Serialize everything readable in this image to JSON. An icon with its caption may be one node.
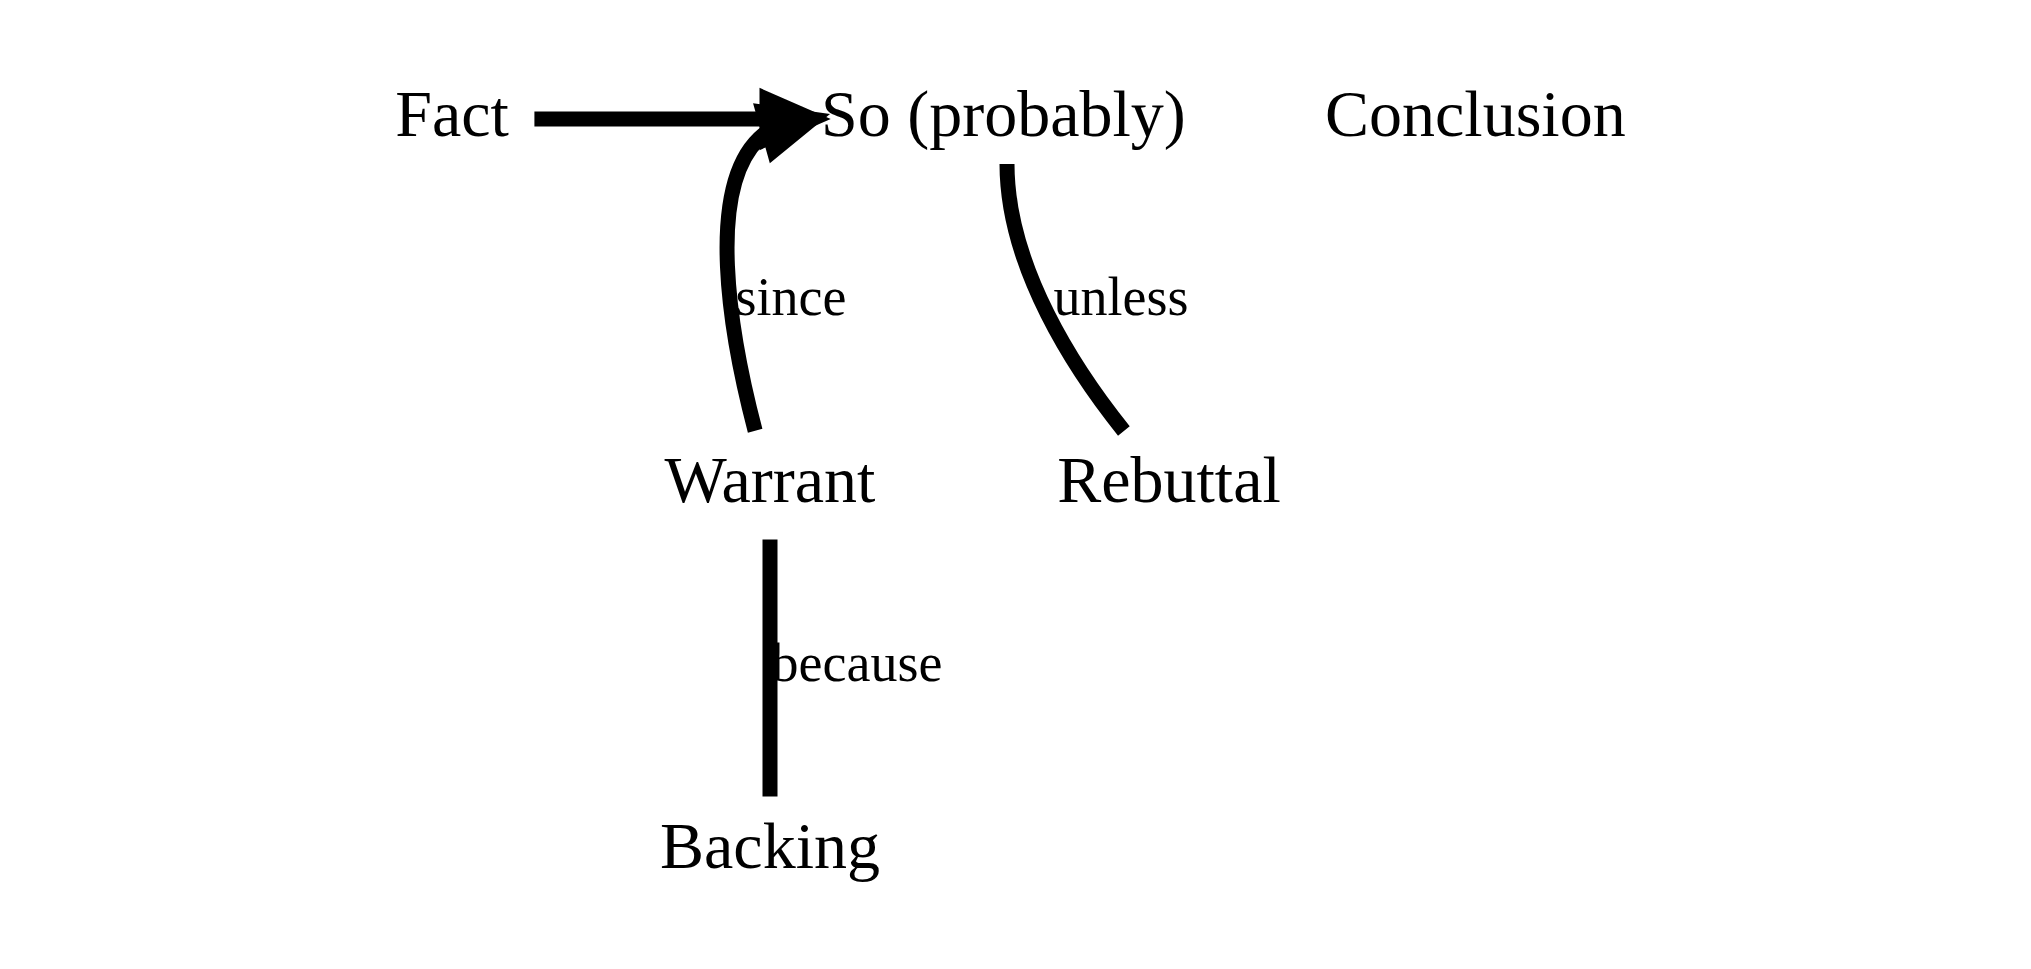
{
  "diagram": {
    "nodes": [
      {
        "text": [
          "Fact"
        ]
      },
      {
        "text": [
          "So (probably)"
        ],
        "beside": [
          "Conclusion"
        ]
      },
      {
        "text": [
          "Warrant"
        ]
      },
      {
        "text": [
          "Rebuttal"
        ]
      },
      {
        "text": [
          "Backing"
        ]
      }
    ],
    "edges": [
      {
        "from": 0,
        "to": 1,
        "arrow": "to"
      },
      {
        "from": 2,
        "to": 1,
        "arrow": "to",
        "label": "since"
      },
      {
        "from": 3,
        "to": 1,
        "arrow": "none",
        "label": "unless"
      },
      {
        "from": 4,
        "to": 2,
        "arrow": "none",
        "label": "because"
      }
    ]
  }
}
